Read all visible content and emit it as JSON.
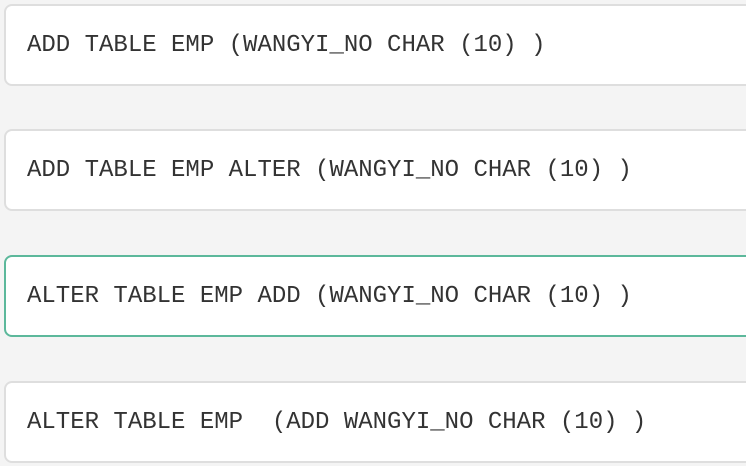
{
  "options": [
    {
      "text": "ADD TABLE EMP (WANGYI_NO CHAR (10) )"
    },
    {
      "text": "ADD TABLE EMP ALTER (WANGYI_NO CHAR (10) )"
    },
    {
      "text": "ALTER TABLE EMP ADD (WANGYI_NO CHAR (10) )"
    },
    {
      "text": "ALTER TABLE EMP  (ADD WANGYI_NO CHAR (10) )"
    }
  ],
  "colors": {
    "selected_border": "#5cb89b",
    "default_border": "#dedede",
    "text": "#333333",
    "background": "#f4f4f4"
  }
}
